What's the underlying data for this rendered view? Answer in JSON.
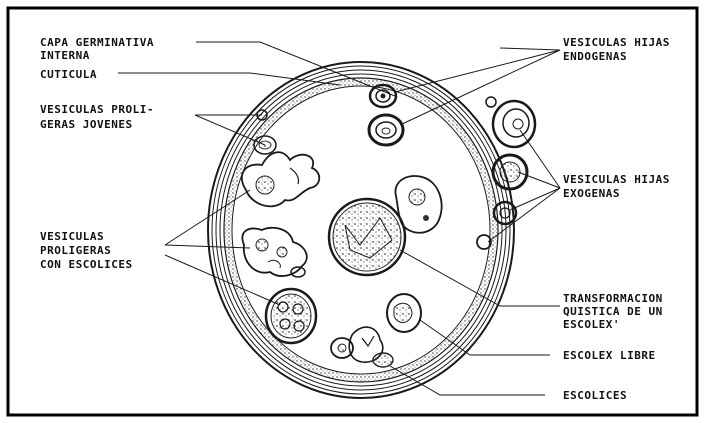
{
  "labels": {
    "capa_germinativa": [
      "CAPA GERMINATIVA",
      "INTERNA"
    ],
    "cuticula": [
      "CUTICULA"
    ],
    "vesiculas_proligeras_jovenes": [
      "VESICULAS PROLI-",
      "GERAS JOVENES"
    ],
    "vesiculas_proligeras_escolices": [
      "VESICULAS",
      "PROLIGERAS",
      "CON ESCOLICES"
    ],
    "vesiculas_hijas_endogenas": [
      "VESICULAS HIJAS",
      "ENDOGENAS"
    ],
    "vesiculas_hijas_exogenas": [
      "VESICULAS HIJAS",
      "EXOGENAS"
    ],
    "transformacion_quistica": [
      "TRANSFORMACION",
      "QUISTICA DE UN",
      "ESCOLEX'"
    ],
    "escolex_libre": [
      "ESCOLEX LIBRE"
    ],
    "escolices": [
      "ESCOLICES"
    ]
  }
}
